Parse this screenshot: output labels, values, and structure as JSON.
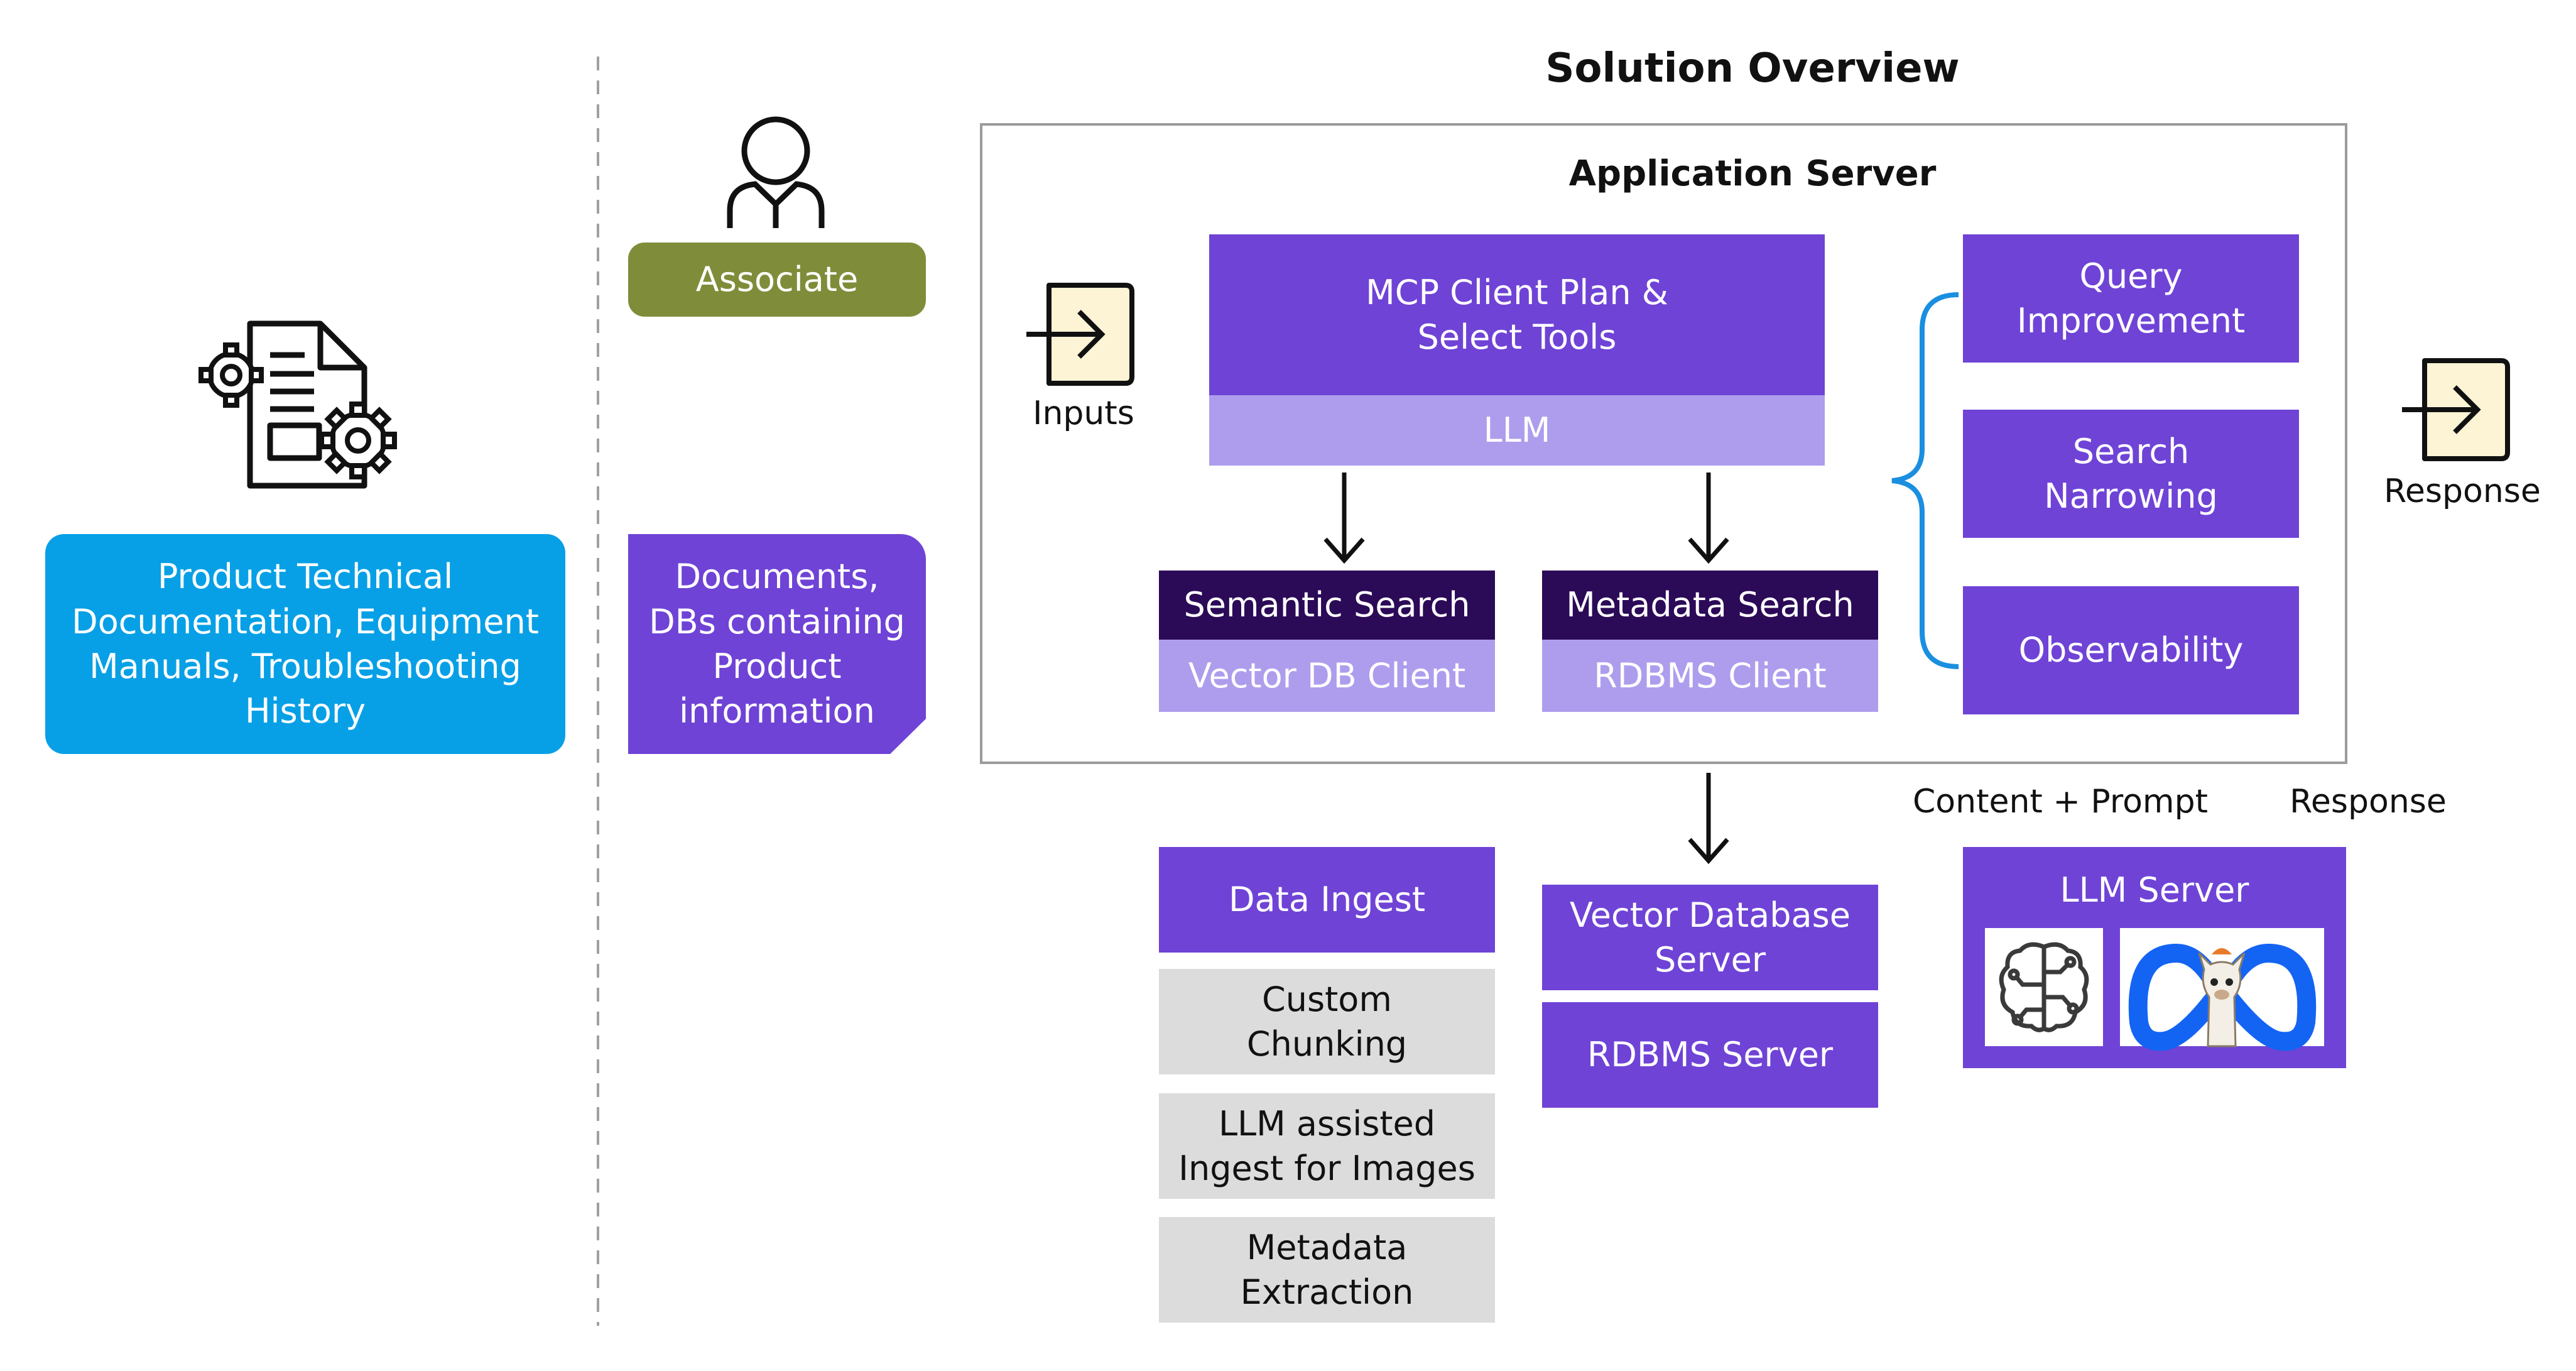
{
  "title": "Solution Overview",
  "app_server": {
    "title": "Application Server"
  },
  "left": {
    "sources_text": "Product Technical\nDocumentation, Equipment\nManuals, Troubleshooting\nHistory"
  },
  "associate": {
    "label": "Associate"
  },
  "documents": {
    "label": "Documents,\nDBs containing\nProduct\ninformation"
  },
  "inputs": {
    "label": "Inputs"
  },
  "mcp": {
    "label": "MCP Client Plan &\nSelect Tools",
    "llm": "LLM"
  },
  "semantic": {
    "label": "Semantic Search",
    "client": "Vector DB Client"
  },
  "metadata": {
    "label": "Metadata Search",
    "client": "RDBMS Client"
  },
  "right_tools": [
    "Query\nImprovement",
    "Search\nNarrowing",
    "Observability"
  ],
  "response_out": {
    "label": "Response"
  },
  "ingest": [
    "Data Ingest",
    "Custom\nChunking",
    "LLM assisted\nIngest for Images",
    "Metadata\nExtraction"
  ],
  "db_servers": [
    "Vector Database\nServer",
    "RDBMS Server"
  ],
  "llm_server": {
    "label": "LLM Server",
    "content_prompt": "Content + Prompt",
    "response": "Response"
  },
  "colors": {
    "purple": "#6f43d6",
    "dark_purple": "#2b0a57",
    "lavender": "#ae9ded",
    "blue": "#07a0e6",
    "olive": "#7f8d3a",
    "gray": "#dcdcdc",
    "bracket": "#1a8fe0"
  },
  "icons": [
    "user-icon",
    "document-gear-icon",
    "input-arrow-icon",
    "response-arrow-icon",
    "brain-circuit-icon",
    "meta-llama-logo"
  ]
}
